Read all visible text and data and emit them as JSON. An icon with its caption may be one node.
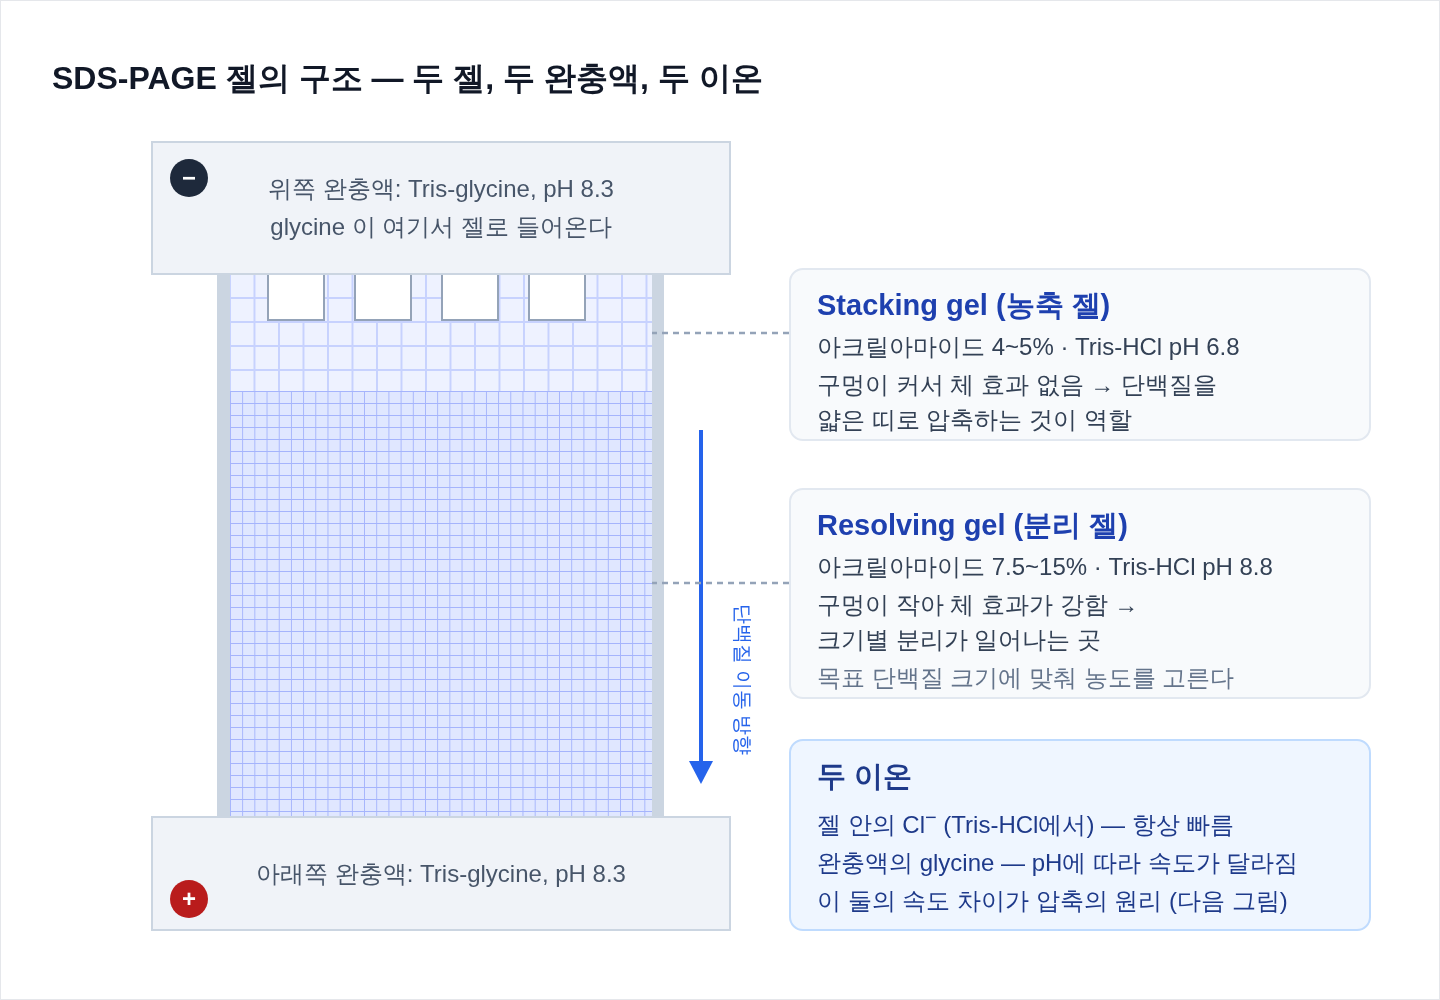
{
  "diagram": {
    "title": "SDS-PAGE 젤의 구조 — 두 젤, 두 완충액, 두 이온",
    "nodes": [
      {
        "text": [
          "위쪽 완충액: Tris-glycine, pH 8.3",
          "glycine 이 여기서 젤로 들어온다"
        ]
      },
      {
        "text": [
          "−"
        ],
        "in": 0
      },
      {
        "text": [],
        "shape": "box"
      },
      {
        "text": [],
        "shape": "box"
      },
      {
        "text": [
          "Stacking gel (농축 젤)",
          "아크릴아마이드 4~5% · Tris-HCl pH 6.8",
          "구멍이 커서 체 효과 없음 → 단백질을 얇은 띠로 압축하는 것이 역할"
        ]
      },
      {
        "text": [
          "Resolving gel (분리 젤)",
          "아크릴아마이드 7.5~15% · Tris-HCl pH 8.8",
          "구멍이 작아 체 효과가 강함 → 크기별 분리가 일어나는 곳",
          "목표 단백질 크기에 맞춰 농도를 고른다"
        ]
      },
      {
        "text": [
          "두 이온",
          "젤 안의 Cl$^{−}$ (Tris-HCl에서) — 항상 빠름",
          "완충액의 glycine — pH에 따라 속도가 달라짐",
          "이 둘의 속도 차이가 압축의 원리 (다음 그림)"
        ]
      },
      {
        "text": [
          "아래쪽 완충액: Tris-glycine, pH 8.3"
        ]
      },
      {
        "text": [
          "+"
        ],
        "in": 7
      }
    ],
    "edges": [
      {
        "from": 4,
        "to": 2,
        "arrow": "none",
        "style": "dashed"
      },
      {
        "from": 5,
        "to": 3,
        "arrow": "none",
        "style": "dashed"
      }
    ],
    "labels": [
      "단백질 이동 방향"
    ]
  }
}
